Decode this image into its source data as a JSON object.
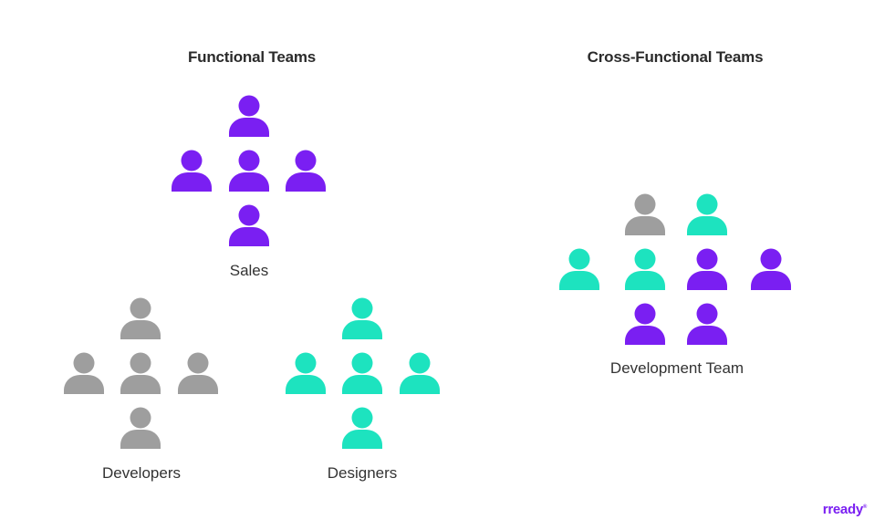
{
  "colors": {
    "purple": "#7a1ff2",
    "gray": "#9e9e9e",
    "teal": "#1de3bf",
    "text": "#2b2b2b"
  },
  "left_heading": "Functional Teams",
  "right_heading": "Cross-Functional Teams",
  "groups": {
    "sales": {
      "label": "Sales",
      "members": [
        "purple",
        "purple",
        "purple",
        "purple",
        "purple"
      ]
    },
    "developers": {
      "label": "Developers",
      "members": [
        "gray",
        "gray",
        "gray",
        "gray",
        "gray"
      ]
    },
    "designers": {
      "label": "Designers",
      "members": [
        "teal",
        "teal",
        "teal",
        "teal",
        "teal"
      ]
    },
    "development_team": {
      "label": "Development Team",
      "members": [
        "gray",
        "teal",
        "teal",
        "teal",
        "purple",
        "purple",
        "purple",
        "purple"
      ]
    }
  },
  "logo": {
    "text": "rready",
    "mark": "®",
    "color": "#7a1ff2"
  },
  "icon": "person-icon"
}
